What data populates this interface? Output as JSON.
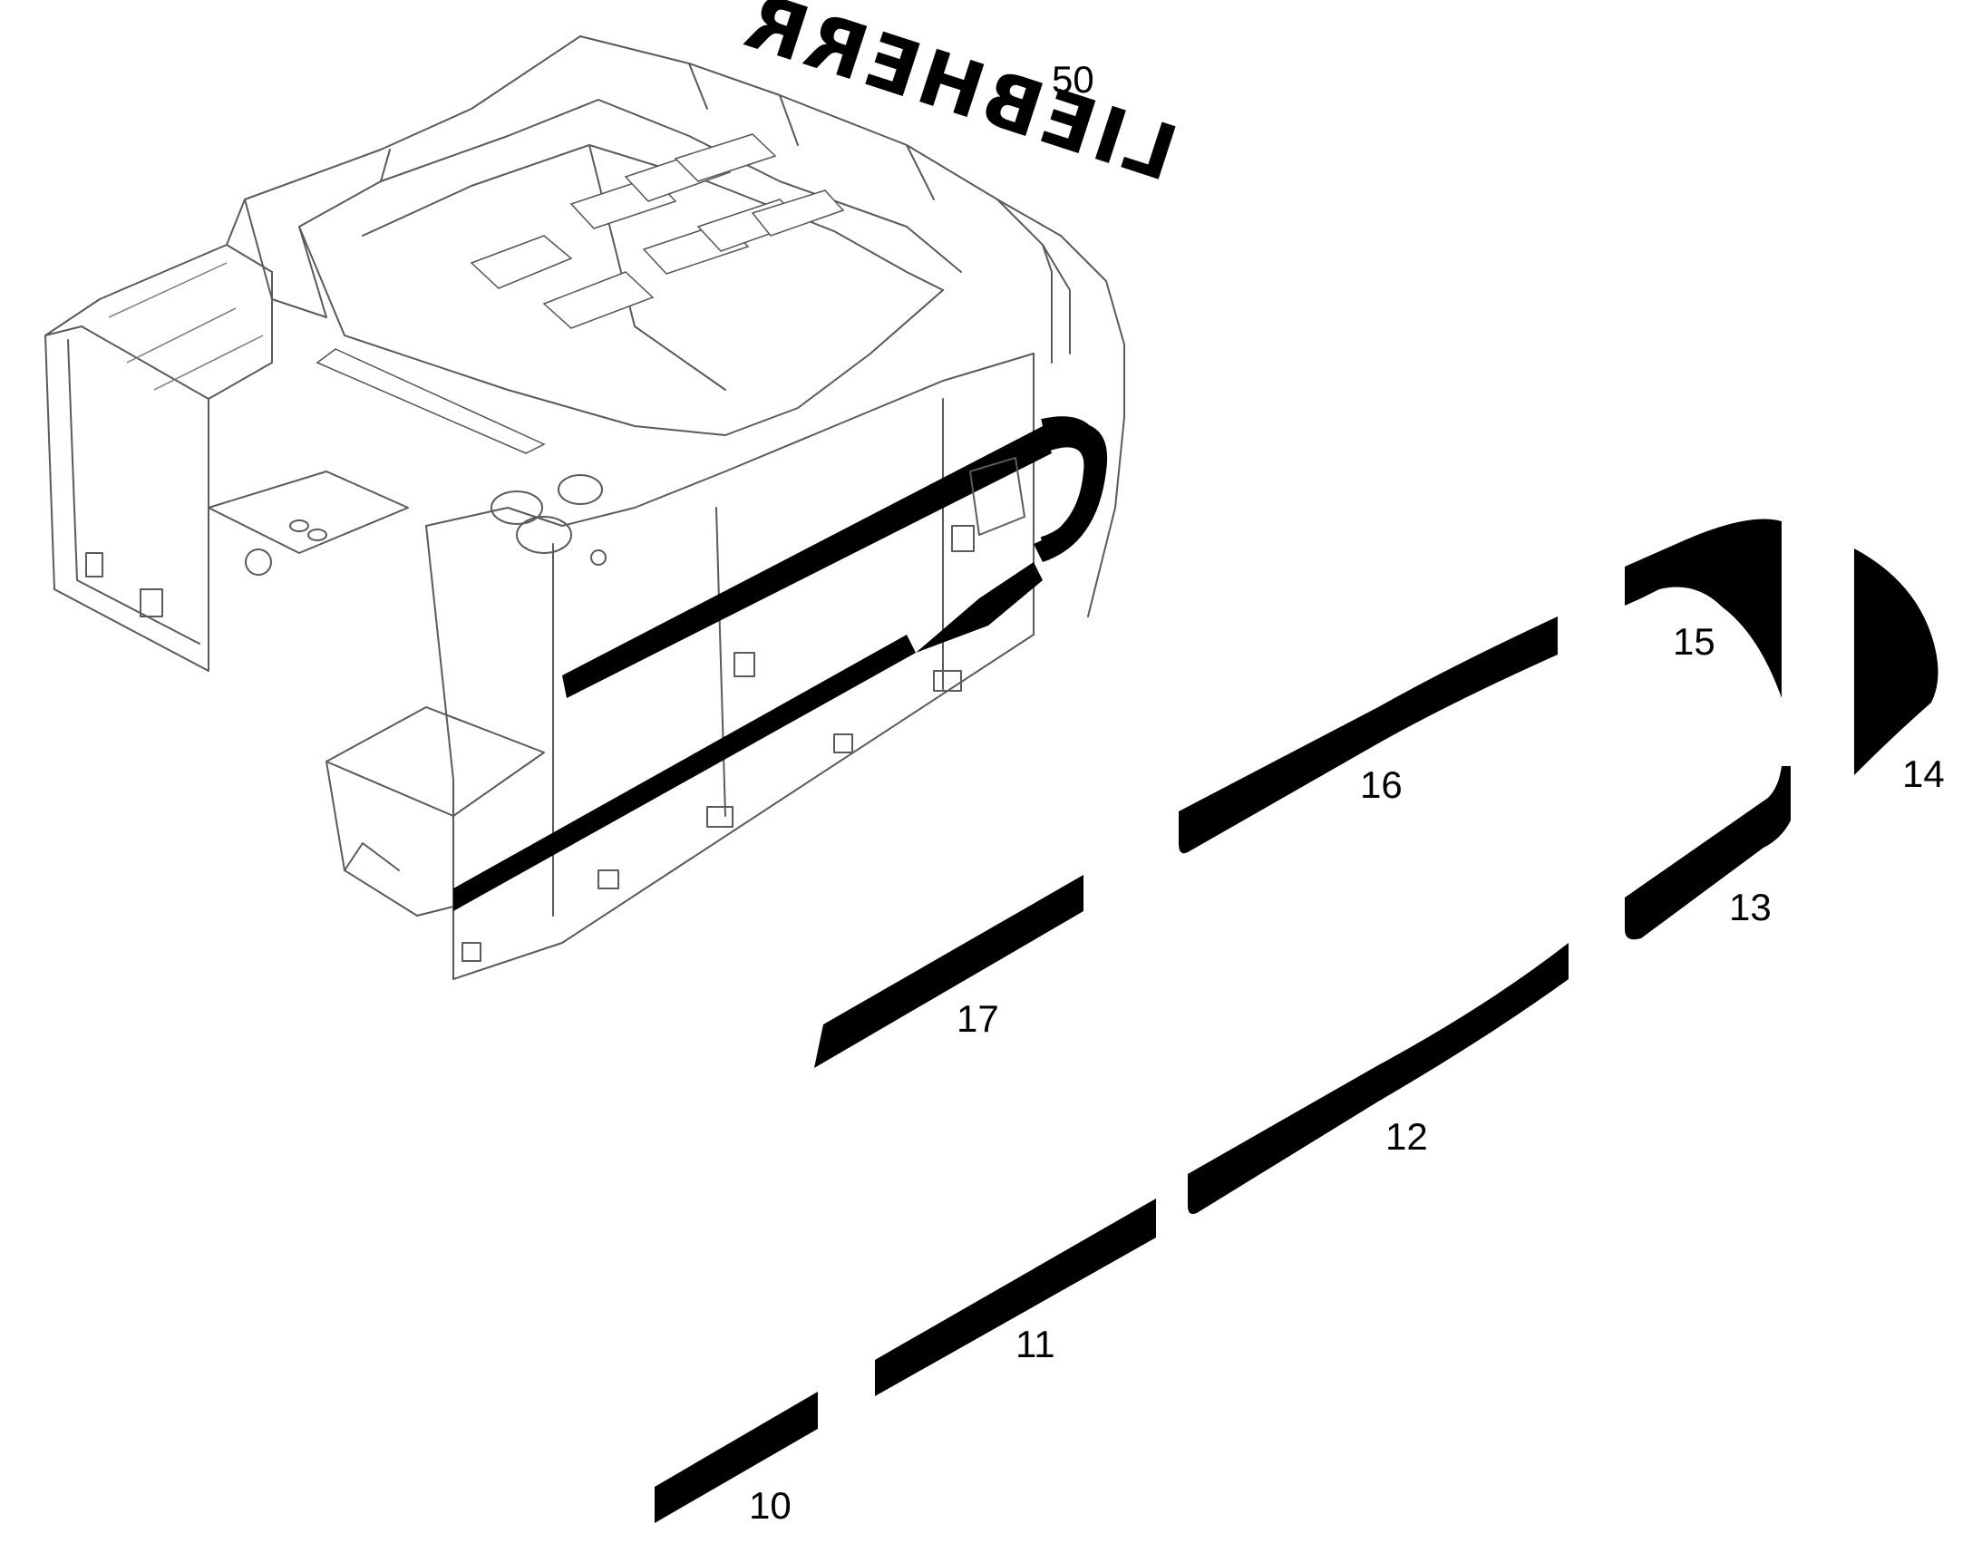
{
  "diagram": {
    "logo_text": "LIEBHERR",
    "colors": {
      "decal": "#000000",
      "outline": "#5a5a5a",
      "background": "#ffffff"
    },
    "parts": [
      {
        "id": "50",
        "label": "50"
      },
      {
        "id": "17",
        "label": "17"
      },
      {
        "id": "16",
        "label": "16"
      },
      {
        "id": "15",
        "label": "15"
      },
      {
        "id": "14",
        "label": "14"
      },
      {
        "id": "13",
        "label": "13"
      },
      {
        "id": "12",
        "label": "12"
      },
      {
        "id": "11",
        "label": "11"
      },
      {
        "id": "10",
        "label": "10"
      }
    ]
  }
}
